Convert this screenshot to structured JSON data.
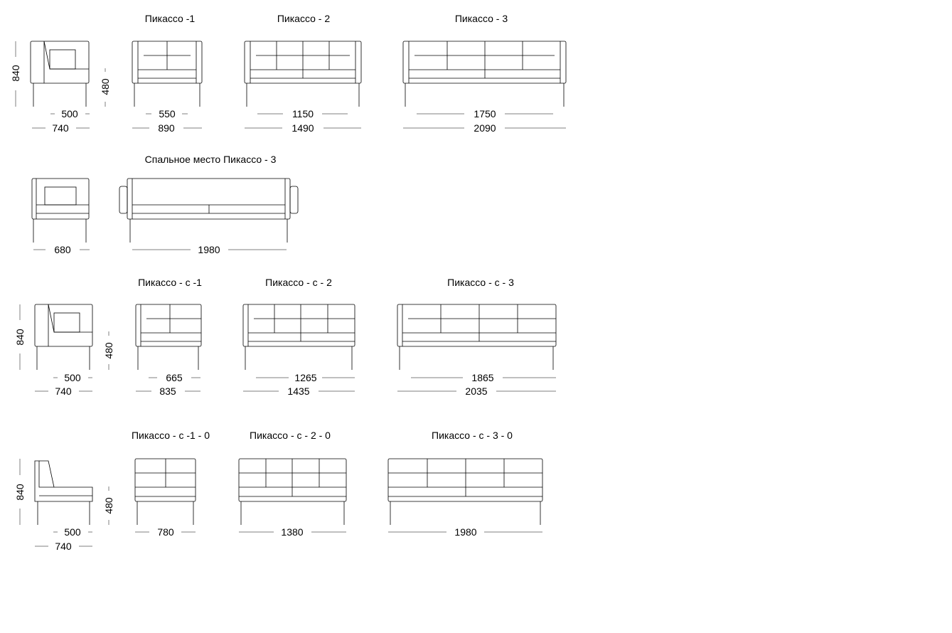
{
  "titles": {
    "p1": "Пикассо -1",
    "p2": "Пикассо - 2",
    "p3": "Пикассо - 3",
    "sleep": "Спальное место Пикассо - 3",
    "c1": "Пикассо - с -1",
    "c2": "Пикассо - с - 2",
    "c3": "Пикассо - с - 3",
    "c10": "Пикассо - с -1 - 0",
    "c20": "Пикассо - с - 2 - 0",
    "c30": "Пикассо - с - 3 - 0"
  },
  "dims": {
    "r1": {
      "height": "840",
      "seat": "480",
      "side_inner": "500",
      "side_outer": "740",
      "p1_inner": "550",
      "p1_outer": "890",
      "p2_inner": "1150",
      "p2_outer": "1490",
      "p3_inner": "1750",
      "p3_outer": "2090"
    },
    "r2": {
      "side": "680",
      "bed": "1980"
    },
    "r3": {
      "height": "840",
      "seat": "480",
      "side_inner": "500",
      "side_outer": "740",
      "c1_inner": "665",
      "c1_outer": "835",
      "c2_inner": "1265",
      "c2_outer": "1435",
      "c3_inner": "1865",
      "c3_outer": "2035"
    },
    "r4": {
      "height": "840",
      "seat": "480",
      "side_inner": "500",
      "side_outer": "740",
      "c10": "780",
      "c20": "1380",
      "c30": "1980"
    }
  }
}
